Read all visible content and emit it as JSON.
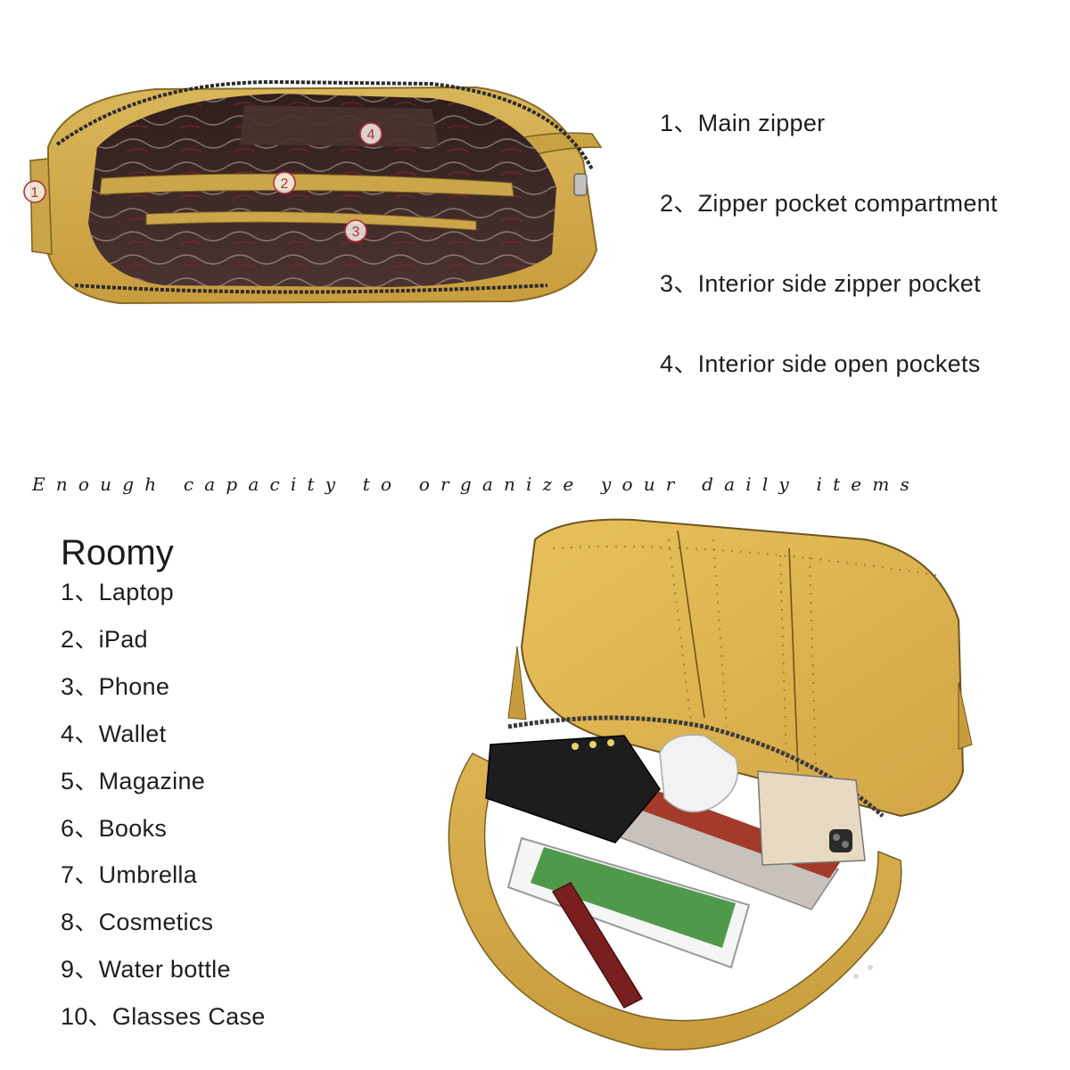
{
  "features": [
    {
      "label": "1、Main zipper"
    },
    {
      "label": "2、Zipper pocket compartment"
    },
    {
      "label": "3、Interior side zipper pocket"
    },
    {
      "label": "4、Interior side open pockets"
    }
  ],
  "callouts": [
    "1",
    "2",
    "3",
    "4"
  ],
  "tagline": "Enough capacity to organize your daily items",
  "roomy": {
    "title": "Roomy",
    "items": [
      "1、Laptop",
      "2、iPad",
      "3、Phone",
      "4、Wallet",
      "5、Magazine",
      "6、Books",
      "7、Umbrella",
      "8、Cosmetics",
      "9、Water bottle",
      "10、Glasses Case"
    ]
  },
  "colors": {
    "bag_mustard": "#d8b14e",
    "lining_dark": "#3b2723",
    "callout_red": "#b2303a",
    "text": "#1e1e1e"
  }
}
